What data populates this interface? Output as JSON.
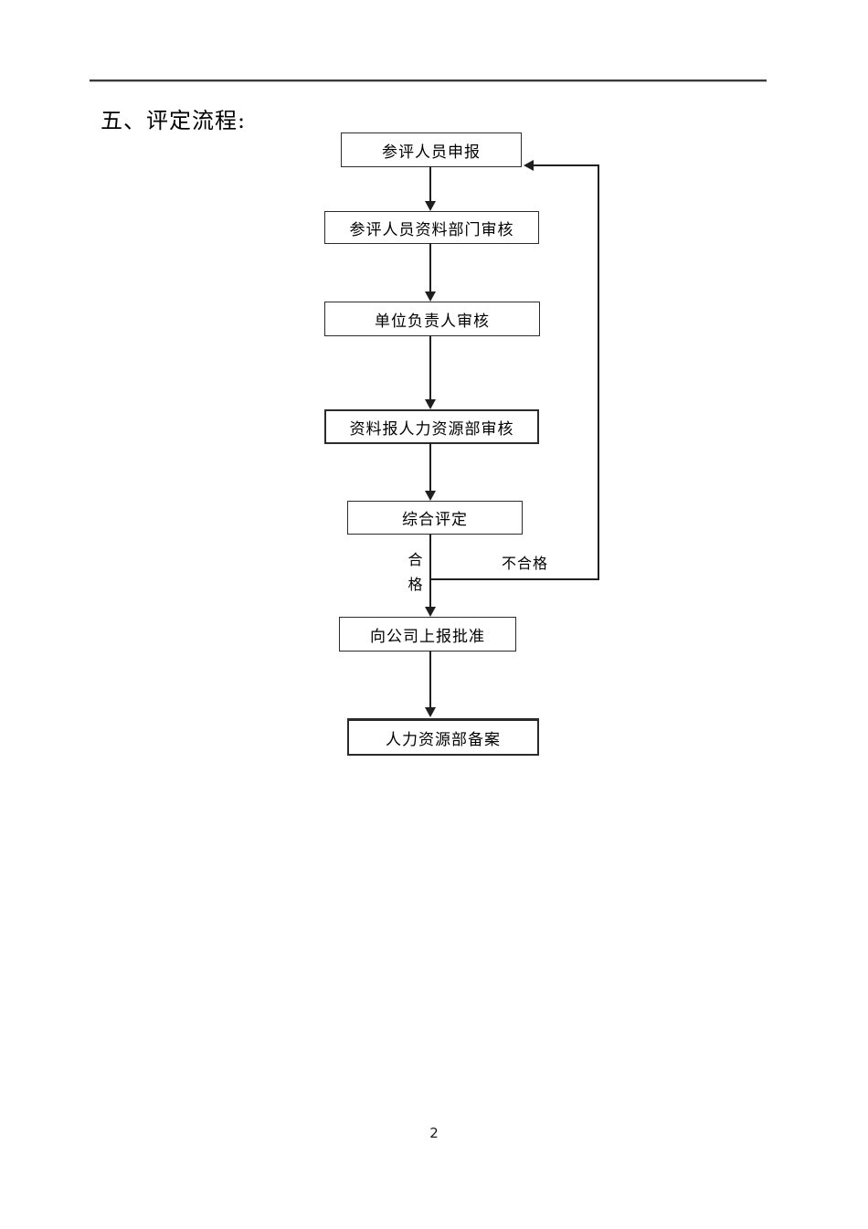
{
  "page": {
    "heading": "五、评定流程:",
    "page_number": "2"
  },
  "flowchart": {
    "nodes": [
      {
        "name": "apply",
        "label": "参评人员申报"
      },
      {
        "name": "department-review",
        "label": "参评人员资料部门审核"
      },
      {
        "name": "unit-leader-review",
        "label": "单位负责人审核"
      },
      {
        "name": "hr-review",
        "label": "资料报人力资源部审核"
      },
      {
        "name": "comprehensive-evaluation",
        "label": "综合评定"
      },
      {
        "name": "report-to-company",
        "label": "向公司上报批准"
      },
      {
        "name": "hr-filing",
        "label": "人力资源部备案"
      }
    ],
    "edge_labels": {
      "pass": "合格",
      "fail": "不合格"
    }
  },
  "colors": {
    "line": "#1f1f1f",
    "text": "#000000",
    "page_background": "#ffffff"
  }
}
